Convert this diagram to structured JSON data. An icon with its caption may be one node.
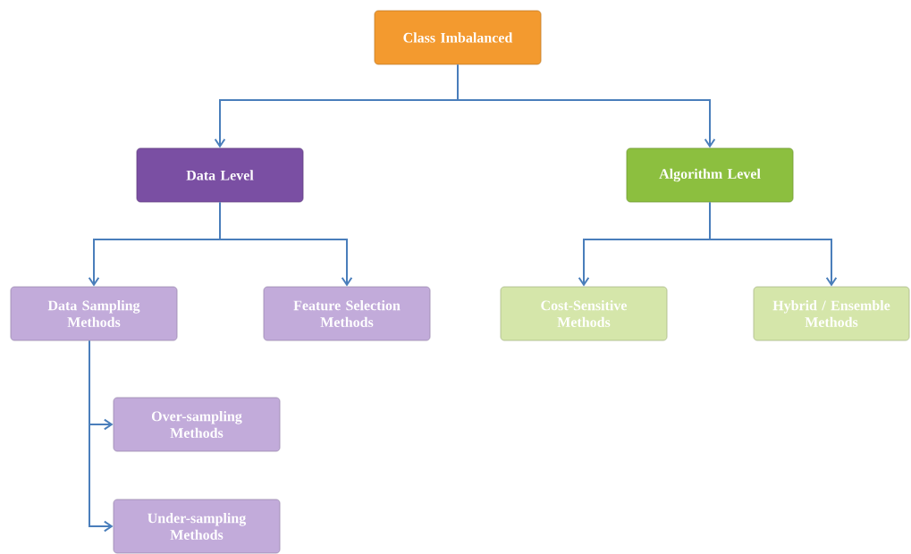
{
  "diagram": {
    "nodes": [
      {
        "text": [
          "Class Imbalanced"
        ]
      },
      {
        "text": [
          "Data Level"
        ]
      },
      {
        "text": [
          "Algorithm Level"
        ]
      },
      {
        "text": [
          "Data Sampling Methods"
        ]
      },
      {
        "text": [
          "Feature Selection Methods"
        ]
      },
      {
        "text": [
          "Cost-Sensitive Methods"
        ]
      },
      {
        "text": [
          "Hybrid / Ensemble Methods"
        ]
      },
      {
        "text": [
          "Over-sampling Methods"
        ]
      },
      {
        "text": [
          "Under-sampling Methods"
        ]
      }
    ],
    "edges": [
      {
        "from": 0,
        "to": 1,
        "arrow": "to"
      },
      {
        "from": 0,
        "to": 2,
        "arrow": "to"
      },
      {
        "from": 1,
        "to": 3,
        "arrow": "to"
      },
      {
        "from": 1,
        "to": 4,
        "arrow": "to"
      },
      {
        "from": 2,
        "to": 5,
        "arrow": "to"
      },
      {
        "from": 2,
        "to": 6,
        "arrow": "to"
      },
      {
        "from": 3,
        "to": 7,
        "arrow": "to"
      },
      {
        "from": 3,
        "to": 8,
        "arrow": "to"
      }
    ]
  }
}
